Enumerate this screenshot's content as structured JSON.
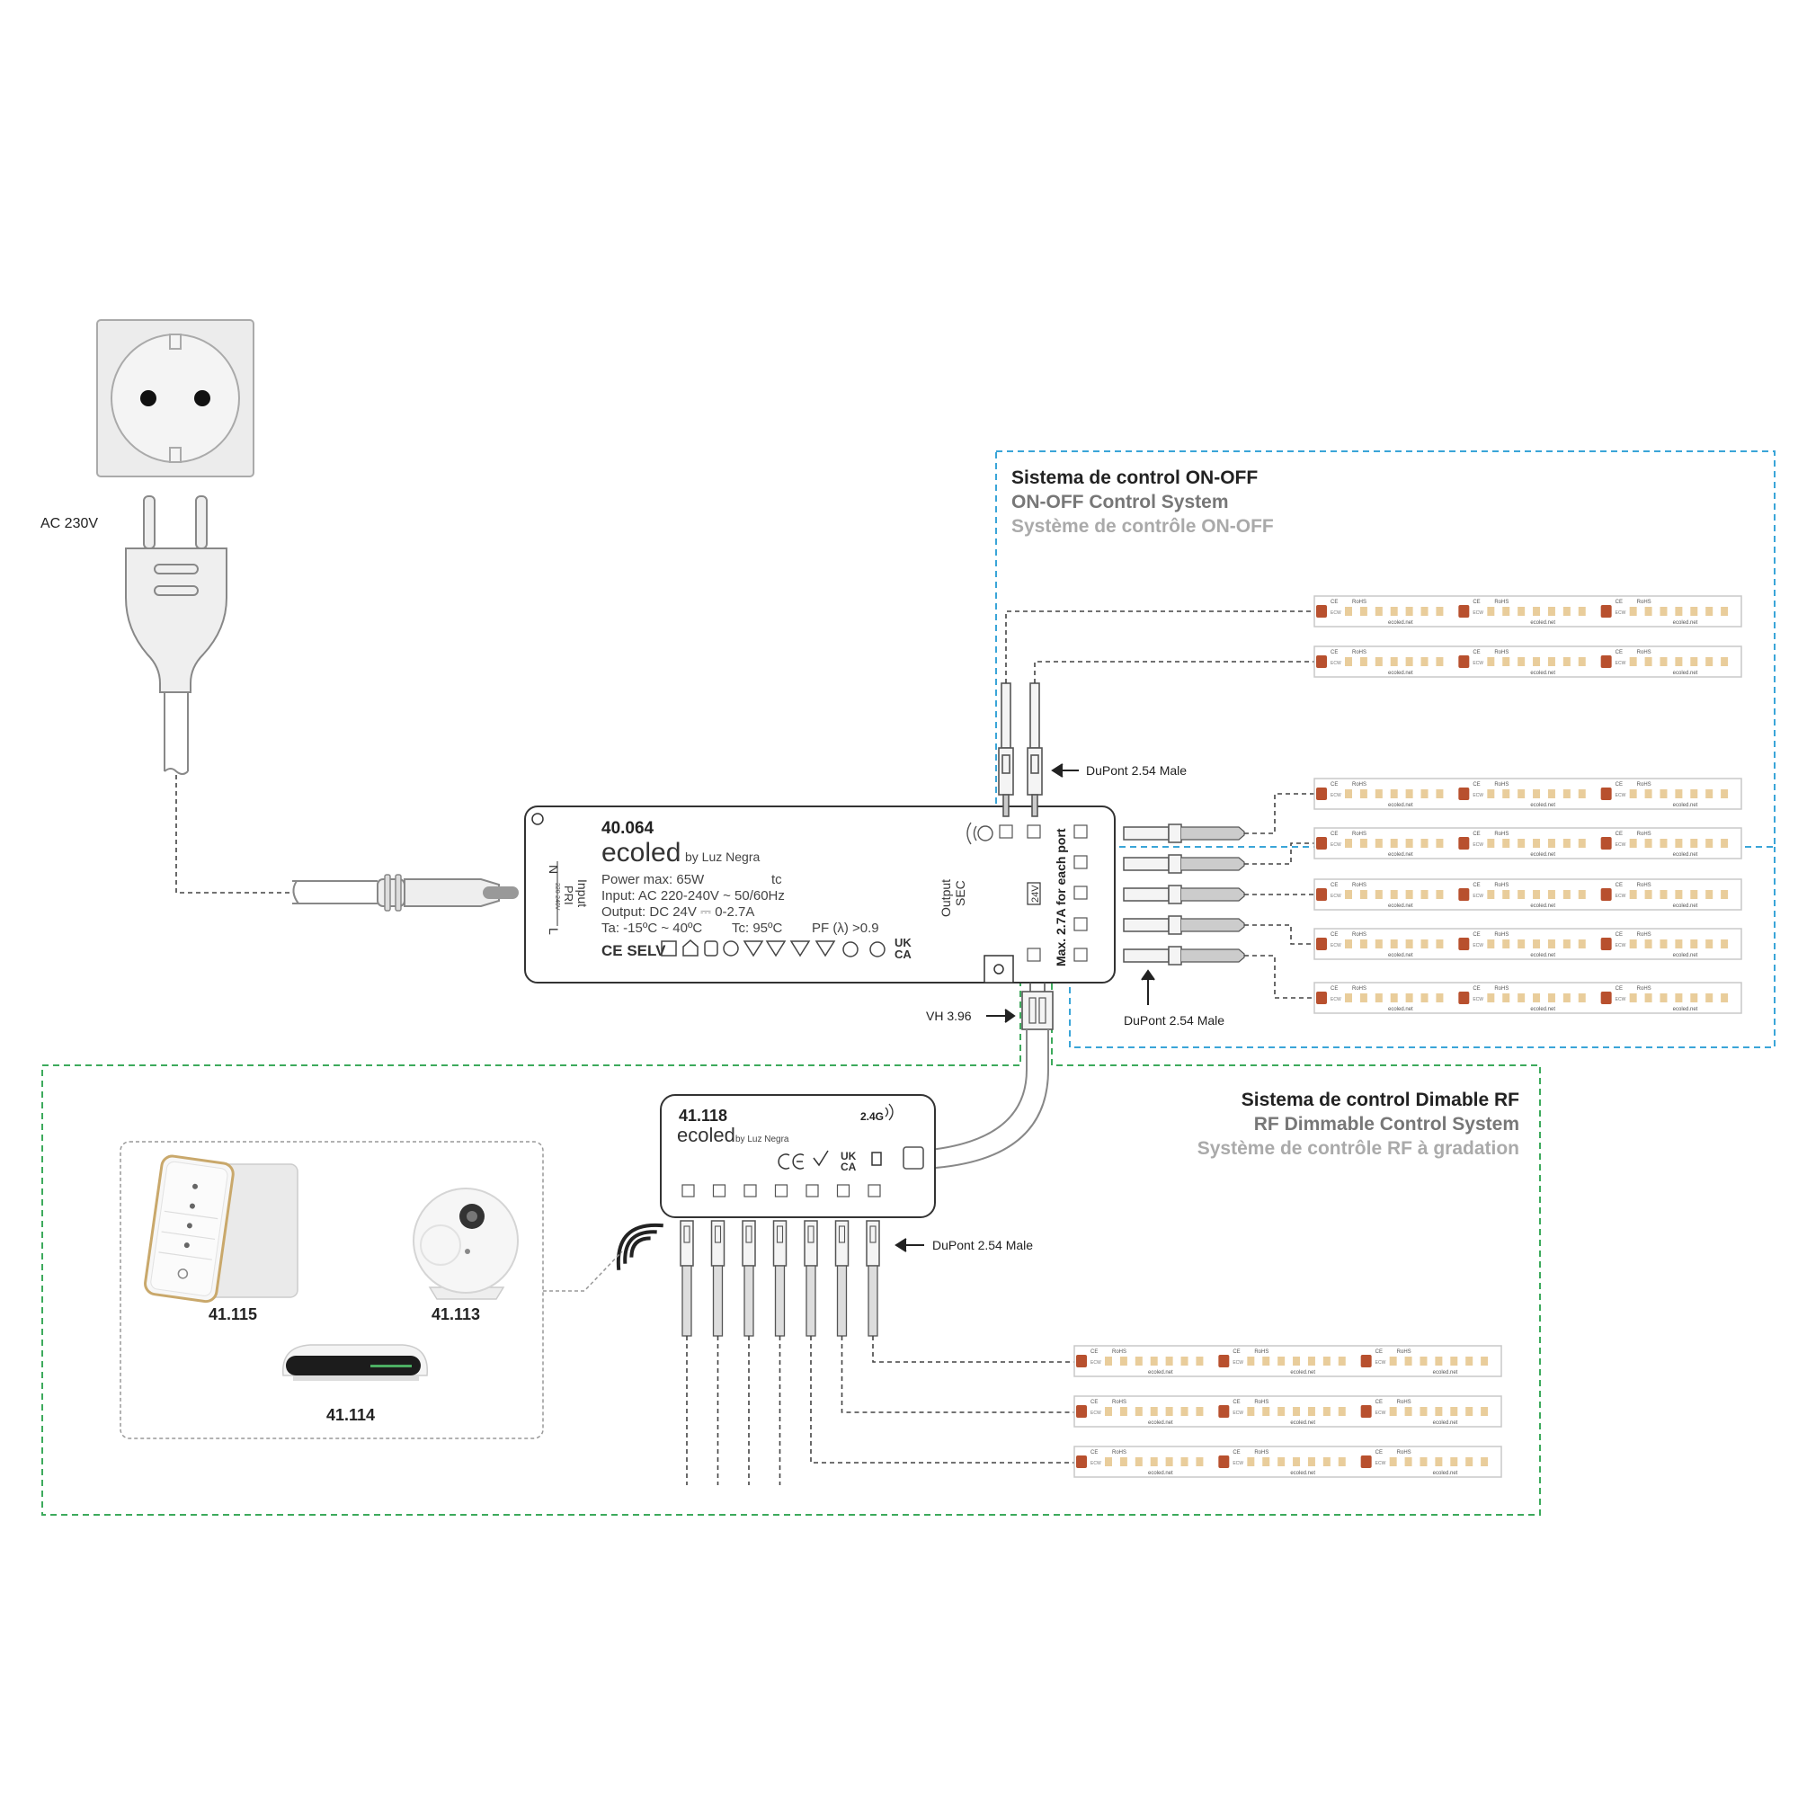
{
  "mains": {
    "voltage_label": "AC 230V"
  },
  "driver": {
    "model": "40.064",
    "brand": "ecoled",
    "brand_suffix": "by Luz Negra",
    "spec_power": "Power max: 65W",
    "spec_tc_short": "tc",
    "spec_input": "Input: AC 220-240V ~ 50/60Hz",
    "spec_output": "Output: DC 24V ⎓ 0-2.7A",
    "spec_ta": "Ta: -15ºC ~ 40ºC",
    "spec_tc": "Tc: 95ºC",
    "spec_pf": "PF (λ) >0.9",
    "input_label": "Input",
    "pri_label": "PRI",
    "range_small": "220-240V",
    "n_label": "N",
    "l_label": "L",
    "output_label": "Output",
    "sec_label": "SEC",
    "voltage_badge": "24V",
    "port_note": "Max. 2.7A for each port",
    "cert_marks": "CE SELV",
    "uk_mark_1": "UK",
    "uk_mark_2": "CA"
  },
  "onoff_system": {
    "title_es": "Sistema de control ON-OFF",
    "title_en": "ON-OFF Control System",
    "title_fr": "Système de contrôle ON-OFF",
    "connector_top": "DuPont 2.54 Male",
    "connector_bottom": "DuPont 2.54 Male",
    "strip_count": 7
  },
  "rf_system": {
    "title_es": "Sistema de control Dimable RF",
    "title_en": "RF Dimmable Control System",
    "title_fr": "Système de contrôle RF à gradation",
    "connector_label": "DuPont 2.54 Male",
    "vh_label": "VH 3.96",
    "controller_model": "41.118",
    "controller_brand": "ecoled",
    "controller_brand_suffix": "by Luz Negra",
    "controller_freq": "2.4G",
    "remotes": [
      {
        "model": "41.115"
      },
      {
        "model": "41.113"
      },
      {
        "model": "41.114"
      }
    ],
    "strip_count": 3
  },
  "strip_labels": {
    "ce": "CE",
    "rohs": "RoHS",
    "site": "ecoled.net",
    "power": "ECW"
  },
  "colors": {
    "onoff_border": "#3aa5d8",
    "rf_border": "#3daa5c",
    "led_warm": "#e9cd9b",
    "led_resistor": "#b8502e",
    "title_dark": "#222222",
    "title_mid": "#777777",
    "title_light": "#aaaaaa"
  }
}
